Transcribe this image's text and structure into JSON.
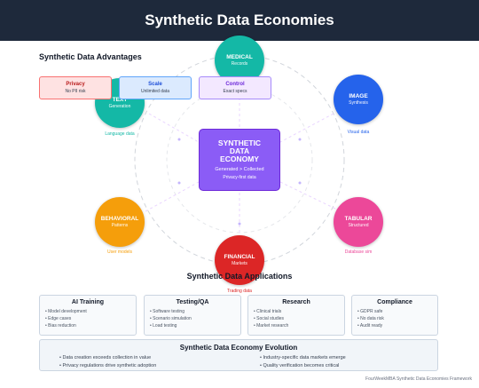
{
  "header": {
    "title": "Synthetic Data Economies"
  },
  "advantages": {
    "title": "Synthetic Data Advantages",
    "items": [
      {
        "title": "Privacy",
        "sub": "No PII risk"
      },
      {
        "title": "Scale",
        "sub": "Unlimited data"
      },
      {
        "title": "Control",
        "sub": "Exact specs"
      }
    ]
  },
  "center": {
    "title_lines": [
      "SYNTHETIC",
      "DATA",
      "ECONOMY"
    ],
    "sub": "Generated > Collected",
    "sub2": "Privacy-first data"
  },
  "nodes": {
    "medical": {
      "title": "MEDICAL",
      "sub": "Records",
      "caption": "",
      "color": "#14b8a6"
    },
    "text": {
      "title": "TEXT",
      "sub": "Generation",
      "caption": "Language data",
      "color": "#14b8a6"
    },
    "image": {
      "title": "IMAGE",
      "sub": "Synthesis",
      "caption": "Visual data",
      "color": "#2563eb"
    },
    "behavioral": {
      "title": "BEHAVIORAL",
      "sub": "Patterns",
      "caption": "User models",
      "color": "#f59e0b"
    },
    "tabular": {
      "title": "TABULAR",
      "sub": "Structured",
      "caption": "Database sim",
      "color": "#ec4899"
    },
    "financial": {
      "title": "FINANCIAL",
      "sub": "Markets",
      "caption": "Trading data",
      "color": "#dc2626"
    }
  },
  "applications": {
    "title": "Synthetic Data Applications",
    "cards": [
      {
        "title": "AI Training",
        "items": [
          "Model development",
          "Edge cases",
          "Bias reduction"
        ]
      },
      {
        "title": "Testing/QA",
        "items": [
          "Software testing",
          "Scenario simulation",
          "Load testing"
        ]
      },
      {
        "title": "Research",
        "items": [
          "Clinical trials",
          "Social studies",
          "Market research"
        ]
      },
      {
        "title": "Compliance",
        "items": [
          "GDPR safe",
          "No data risk",
          "Audit ready"
        ]
      }
    ]
  },
  "evolution": {
    "title": "Synthetic Data Economy Evolution",
    "items": [
      "Data creation exceeds collection in value",
      "Industry-specific data markets emerge",
      "Privacy regulations drive synthetic adoption",
      "Quality verification becomes critical"
    ]
  },
  "footer": "FourWeekMBA Synthetic Data Economies Framework"
}
